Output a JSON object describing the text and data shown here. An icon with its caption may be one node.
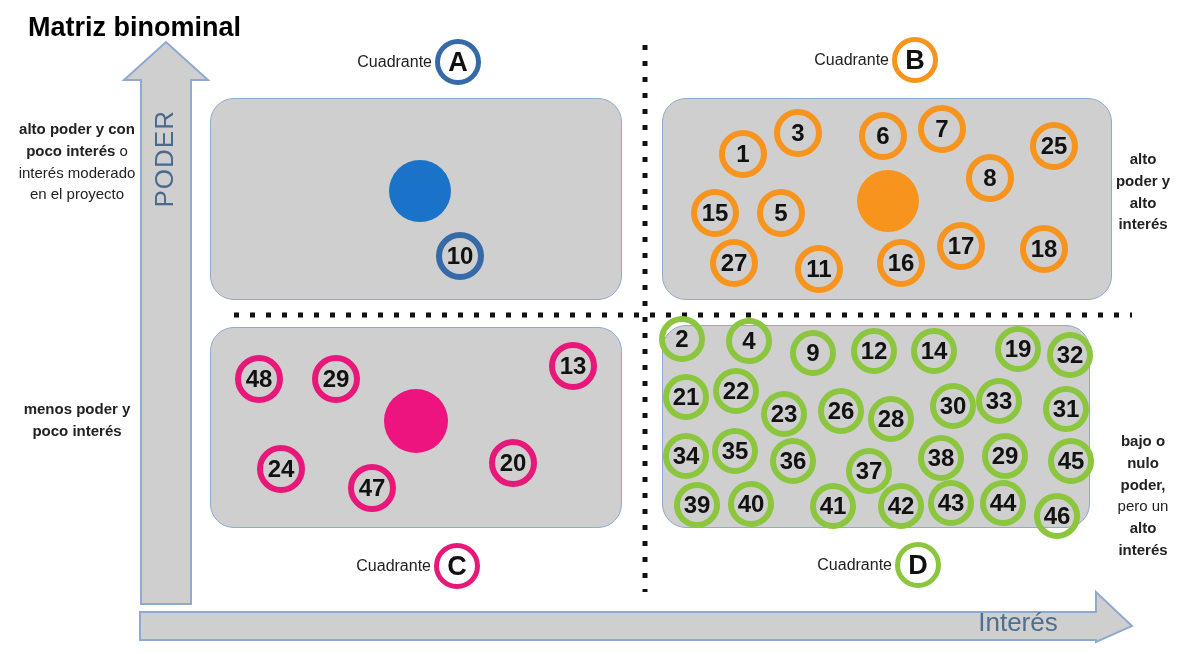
{
  "diagram": {
    "title": "Matriz binominal",
    "nodes": [
      {
        "text": [
          "A"
        ],
        "beside": [
          "Cuadrante"
        ]
      },
      {
        "text": [
          "B"
        ],
        "beside": [
          "Cuadrante"
        ]
      },
      {
        "text": [],
        "shape": "box"
      },
      {
        "text": [],
        "shape": "circle",
        "in": 2
      },
      {
        "text": [
          "10"
        ],
        "in": 2
      },
      {
        "text": [],
        "shape": "box"
      },
      {
        "text": [],
        "shape": "circle",
        "in": 5
      },
      {
        "text": [
          "3"
        ],
        "in": 5
      },
      {
        "text": [
          "6"
        ],
        "in": 5
      },
      {
        "text": [
          "7"
        ],
        "in": 5
      },
      {
        "text": [
          "1"
        ],
        "in": 5
      },
      {
        "text": [
          "25"
        ],
        "in": 5
      },
      {
        "text": [
          "8"
        ],
        "in": 5
      },
      {
        "text": [
          "15"
        ],
        "in": 5
      },
      {
        "text": [
          "5"
        ],
        "in": 5
      },
      {
        "text": [
          "17"
        ],
        "in": 5
      },
      {
        "text": [
          "18"
        ],
        "in": 5
      },
      {
        "text": [
          "27"
        ],
        "in": 5
      },
      {
        "text": [
          "16"
        ],
        "in": 5
      },
      {
        "text": [
          "11"
        ],
        "in": 5
      },
      {
        "text": [],
        "shape": "box"
      },
      {
        "text": [],
        "shape": "circle",
        "in": 20
      },
      {
        "text": [
          "13"
        ],
        "in": 20
      },
      {
        "text": [
          "48"
        ],
        "in": 20
      },
      {
        "text": [
          "29"
        ],
        "in": 20
      },
      {
        "text": [
          "20"
        ],
        "in": 20
      },
      {
        "text": [
          "24"
        ],
        "in": 20
      },
      {
        "text": [
          "47"
        ],
        "in": 20
      },
      {
        "text": [],
        "shape": "box"
      },
      {
        "text": [
          "2"
        ],
        "in": 28
      },
      {
        "text": [
          "4"
        ],
        "in": 28
      },
      {
        "text": [
          "9"
        ],
        "in": 28
      },
      {
        "text": [
          "12"
        ],
        "in": 28
      },
      {
        "text": [
          "14"
        ],
        "in": 28
      },
      {
        "text": [
          "19"
        ],
        "in": 28
      },
      {
        "text": [
          "32"
        ],
        "in": 28
      },
      {
        "text": [
          "21"
        ],
        "in": 28
      },
      {
        "text": [
          "22"
        ],
        "in": 28
      },
      {
        "text": [
          "23"
        ],
        "in": 28
      },
      {
        "text": [
          "26"
        ],
        "in": 28
      },
      {
        "text": [
          "28"
        ],
        "in": 28
      },
      {
        "text": [
          "30"
        ],
        "in": 28
      },
      {
        "text": [
          "33"
        ],
        "in": 28
      },
      {
        "text": [
          "31"
        ],
        "in": 28
      },
      {
        "text": [
          "34"
        ],
        "in": 28
      },
      {
        "text": [
          "35"
        ],
        "in": 28
      },
      {
        "text": [
          "36"
        ],
        "in": 28
      },
      {
        "text": [
          "37"
        ],
        "in": 28
      },
      {
        "text": [
          "38"
        ],
        "in": 28
      },
      {
        "text": [
          "29"
        ],
        "in": 28
      },
      {
        "text": [
          "45"
        ],
        "in": 28
      },
      {
        "text": [
          "39"
        ],
        "in": 28
      },
      {
        "text": [
          "40"
        ],
        "in": 28
      },
      {
        "text": [
          "41"
        ],
        "in": 28
      },
      {
        "text": [
          "42"
        ],
        "in": 28
      },
      {
        "text": [
          "43"
        ],
        "in": 28
      },
      {
        "text": [
          "44"
        ],
        "in": 28
      },
      {
        "text": [
          "46"
        ],
        "in": 28
      },
      {
        "text": [
          "C"
        ],
        "beside": [
          "Cuadrante"
        ]
      },
      {
        "text": [
          "D"
        ],
        "beside": [
          "Cuadrante"
        ]
      }
    ],
    "labels": [
      "**alto poder y con poco interés** o interés moderado en el proyecto",
      "PODER",
      "alto poder y alto interés",
      "menos poder y poco interés",
      "**bajo o nulo poder,** pero un **alto interés**",
      "Interés"
    ]
  }
}
